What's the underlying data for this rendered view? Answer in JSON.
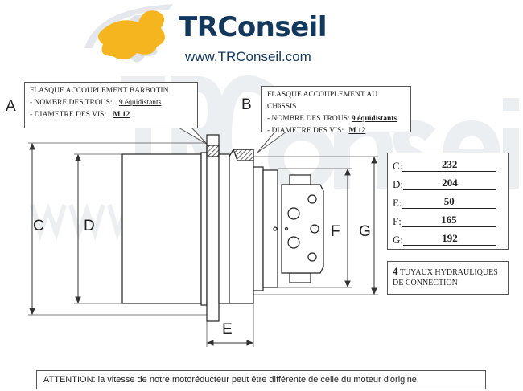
{
  "watermark": {
    "text": "TRConseil",
    "url": "www.TRConseil.com"
  },
  "logo": {
    "brand": "TRConseil",
    "url": "www.TRConseil.com",
    "colors": {
      "brand": "#13385c",
      "puzzle": "#f5b51f"
    }
  },
  "labels": {
    "A": "A",
    "B": "B",
    "C": "C",
    "D": "D",
    "E": "E",
    "F": "F",
    "G": "G"
  },
  "flange_a": {
    "title": "FLASQUE ACCOUPLEMENT BARBOTIN",
    "holes_label": "- NOMBRE DES TROUS:",
    "holes_value": "9 équidistants",
    "screw_label": "- DIAMETRE DES VIS:",
    "screw_value": "M 12"
  },
  "flange_b": {
    "title": "FLASQUE ACCOUPLEMENT AU CHäSSIS",
    "holes_label": "- NOMBRE DES TROUS:",
    "holes_value": "9 équidistants",
    "screw_label": "- DIAMETRE DES VIS:",
    "screw_value": "M 12"
  },
  "dimensions": [
    {
      "key": "C:",
      "value": "232"
    },
    {
      "key": "D:",
      "value": "204"
    },
    {
      "key": "E:",
      "value": "50"
    },
    {
      "key": "F:",
      "value": "165"
    },
    {
      "key": "G:",
      "value": "192"
    }
  ],
  "hoses": {
    "count": "4",
    "text": "TUYAUX HYDRAULIQUES DE CONNECTION"
  },
  "warning": "ATTENTION: la vitesse de notre motoréducteur peut être différente de celle du moteur d'origine."
}
